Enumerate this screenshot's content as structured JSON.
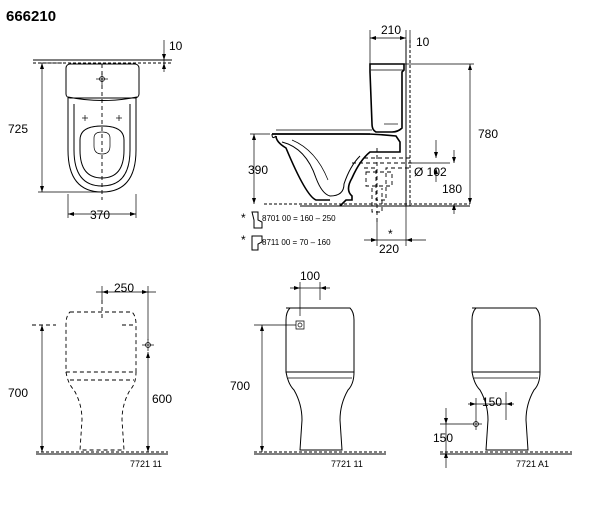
{
  "title": "666210",
  "top_view": {
    "dim_top": "10",
    "dim_length": "725",
    "dim_width": "370"
  },
  "side_view": {
    "dim_210": "210",
    "dim_10": "10",
    "dim_780": "780",
    "dim_390": "390",
    "dim_d102": "Ø 102",
    "dim_180": "180",
    "dim_220": "220",
    "note1": "8701 00 = 160 – 250",
    "note2": "8711 00 = 70 – 160",
    "asterisk": "*"
  },
  "front_view_1": {
    "dim_250": "250",
    "dim_700": "700",
    "dim_600": "600",
    "code": "7721 11"
  },
  "front_view_2": {
    "dim_100": "100",
    "dim_700": "700",
    "code": "7721 11"
  },
  "front_view_3": {
    "dim_150a": "150",
    "dim_150b": "150",
    "code": "7721 A1"
  }
}
